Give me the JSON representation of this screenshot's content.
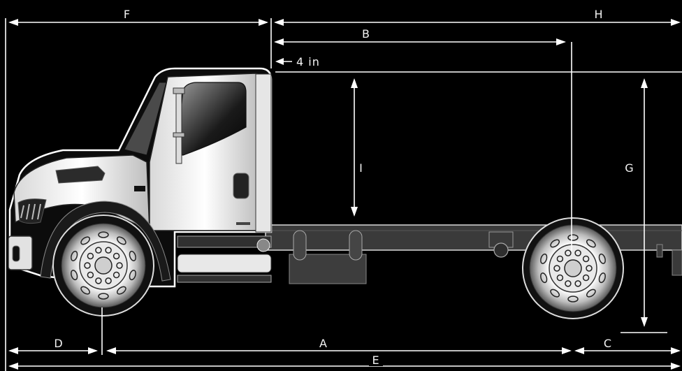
{
  "labels": {
    "F": "F",
    "H": "H",
    "B": "B",
    "offset": "4 in",
    "I": "I",
    "G": "G",
    "D": "D",
    "A": "A",
    "C": "C",
    "E": "E"
  },
  "colors": {
    "background": "#000000",
    "lines": "#ffffff",
    "frame": "#3c3c3c"
  }
}
